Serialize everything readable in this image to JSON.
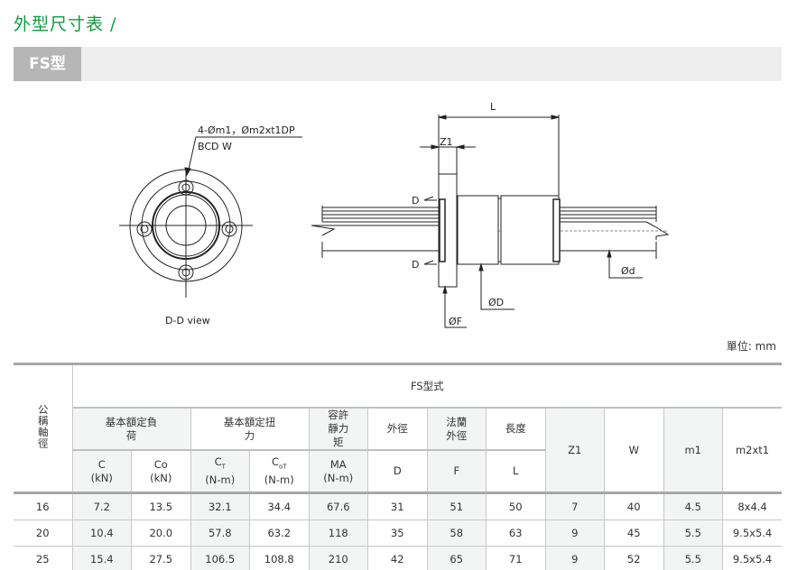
{
  "page_title": "外型尺寸表 /",
  "section_tab": "FS型",
  "drawing": {
    "leader_line1": "4-Øm1，Øm2xt1DP",
    "leader_line2": "BCD W",
    "view_label": "D-D view",
    "dim_L": "L",
    "dim_Z1": "Z1",
    "section_mark": "D",
    "dim_d": "Ød",
    "dim_D": "ØD",
    "dim_F": "ØF"
  },
  "unit_note": "單位: mm",
  "table": {
    "col0_header": "公稱軸徑",
    "model_header": "FS型式",
    "groups": {
      "basic_load": "基本額定負荷",
      "basic_torque": "基本額定扭力",
      "static_moment": "容許靜力矩",
      "outer_dia": "外徑",
      "flange_dia": "法蘭外徑",
      "length": "長度"
    },
    "z1": "Z1",
    "w": "W",
    "m1": "m1",
    "m2xt1": "m2xt1",
    "units": {
      "c": "C",
      "c_u": "(kN)",
      "co": "Co",
      "co_u": "(kN)",
      "ct": "C",
      "ct_sub": "T",
      "ct_u": "(N-m)",
      "cot": "C",
      "cot_sub": "oT",
      "cot_u": "(N-m)",
      "ma": "MA",
      "ma_u": "(N-m)",
      "d": "D",
      "f": "F",
      "l": "L"
    },
    "rows": [
      [
        "16",
        "7.2",
        "13.5",
        "32.1",
        "34.4",
        "67.6",
        "31",
        "51",
        "50",
        "7",
        "40",
        "4.5",
        "8x4.4"
      ],
      [
        "20",
        "10.4",
        "20.0",
        "57.8",
        "63.2",
        "118",
        "35",
        "58",
        "63",
        "9",
        "45",
        "5.5",
        "9.5x5.4"
      ],
      [
        "25",
        "15.4",
        "27.5",
        "106.5",
        "108.8",
        "210",
        "42",
        "65",
        "71",
        "9",
        "52",
        "5.5",
        "9.5x5.4"
      ]
    ]
  }
}
